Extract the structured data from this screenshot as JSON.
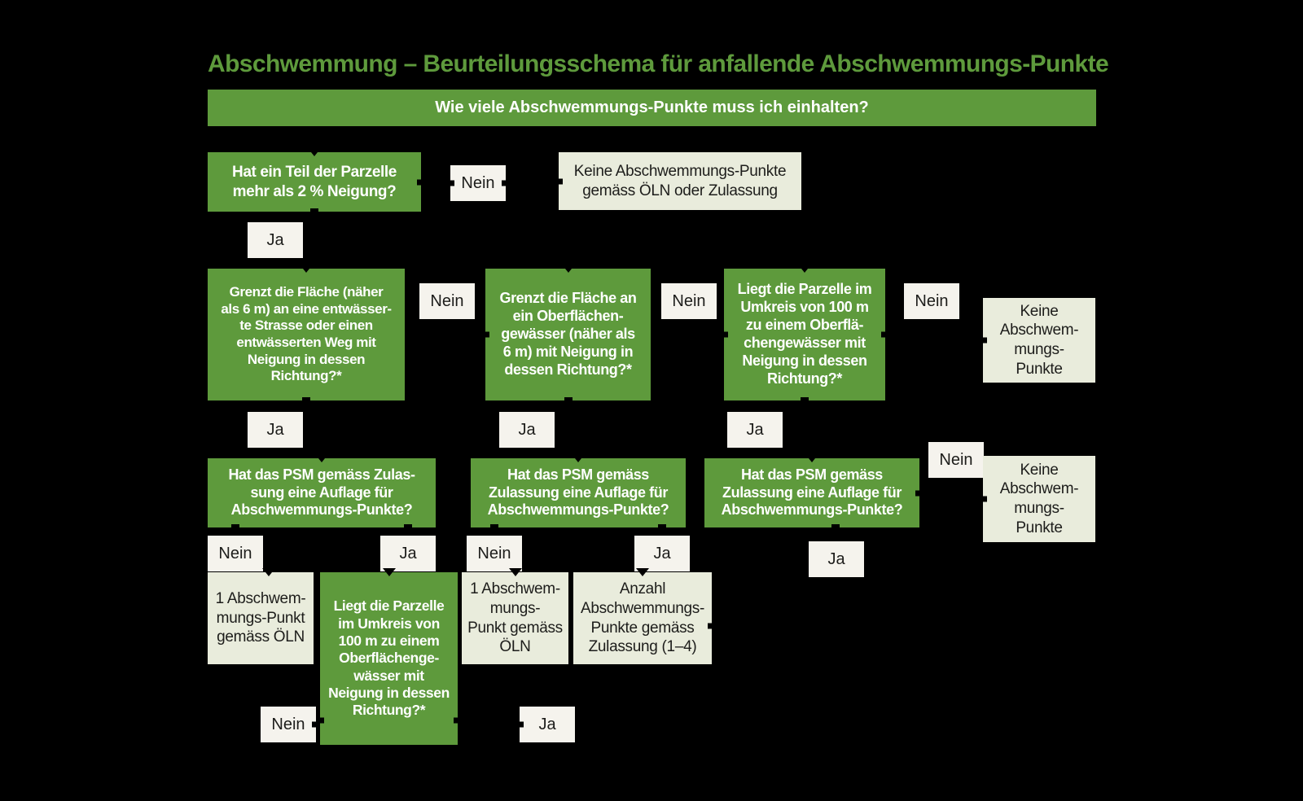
{
  "title": "Abschwemmung – Beurteilungsschema für anfallende Abschwemmungs-Punkte",
  "banner": "Wie viele Abschwemmungs-Punkte muss ich einhalten?",
  "labels": {
    "yes": "Ja",
    "no": "Nein"
  },
  "colors": {
    "background": "#000000",
    "question_green": "#5e9a3c",
    "question_text": "#ffffff",
    "result_bg": "#e9ecdc",
    "label_bg": "#f5f3ed",
    "dark_text": "#1d1d1b",
    "title_green": "#5e9a3c"
  },
  "questions": {
    "q1": "Hat ein Teil der Parzelle\nmehr als 2 % Neigung?",
    "q2a": "Grenzt die Fläche (näher\nals 6 m) an eine entwässer-\nte Strasse oder einen\nentwässerten Weg mit\nNeigung in dessen\nRichtung?*",
    "q2b": "Grenzt die Fläche an\nein Oberflächen-\ngewässer (näher als\n6 m) mit Neigung in\ndessen Richtung?*",
    "q2c": "Liegt die Parzelle im\nUmkreis von 100 m\nzu einem Oberflä-\nchengewässer mit\nNeigung in dessen\nRichtung?*",
    "q3a": "Hat das PSM gemäss Zulas-\nsung eine Auflage für\nAbschwemmungs-Punkte?",
    "q3b": "Hat das PSM gemäss\nZulassung eine Auflage für\nAbschwemmungs-Punkte?",
    "q3c": "Hat das PSM gemäss\nZulassung eine Auflage für\nAbschwemmungs-Punkte?",
    "q4": "Liegt die Parzelle\nim Umkreis von\n100 m zu einem\nOberflächenge-\nwässer mit\nNeigung in dessen\nRichtung?*"
  },
  "results": {
    "none_oln_zulassung": "Keine Abschwemmungs-Punkte\ngemäss ÖLN oder Zulassung",
    "none_points_a": "Keine\nAbschwem-\nmungs-\nPunkte",
    "none_points_b": "Keine\nAbschwem-\nmungs-\nPunkte",
    "one_point_oln_a": "1 Abschwem-\nmungs-Punkt\ngemäss ÖLN",
    "one_point_oln_b": "1 Abschwem-\nmungs-\nPunkt gemäss\nÖLN",
    "count_zulassung": "Anzahl\nAbschwemmungs-\nPunkte gemäss\nZulassung (1–4)"
  }
}
